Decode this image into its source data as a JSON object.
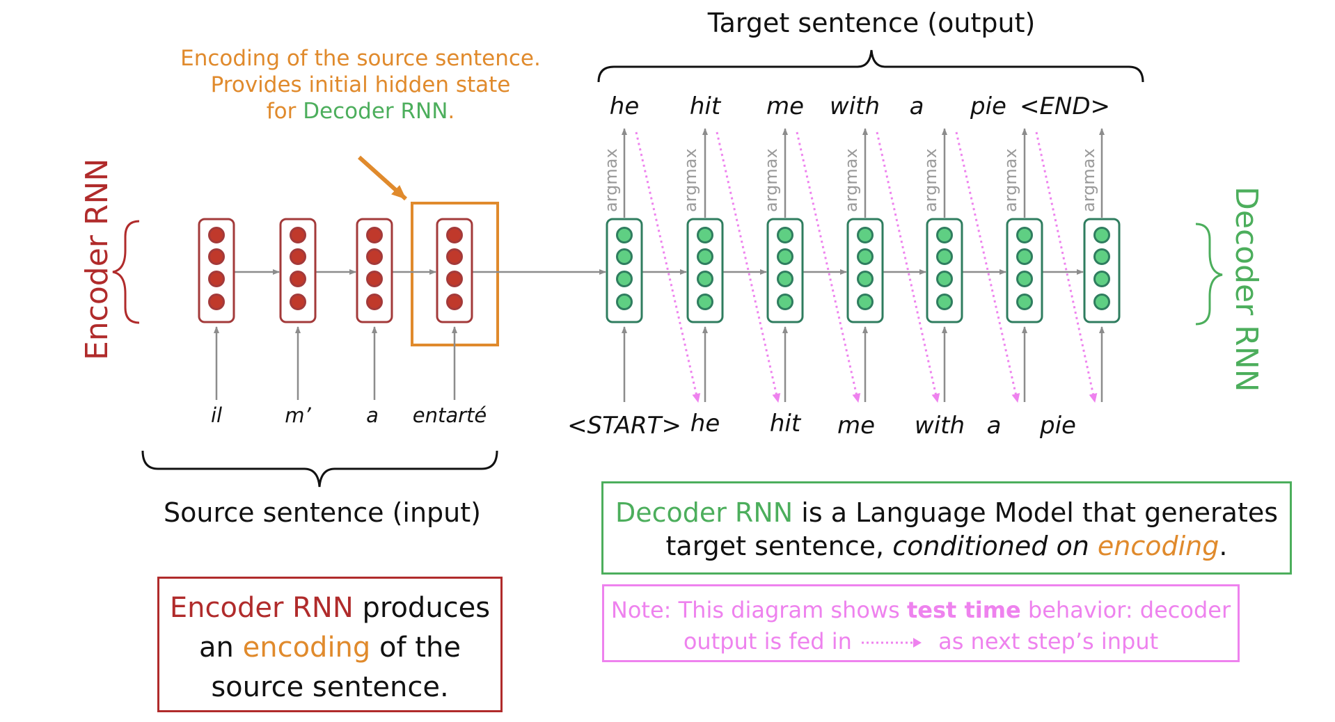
{
  "labels": {
    "target_title": "Target sentence (output)",
    "source_title": "Source sentence (input)",
    "encoder_side": "Encoder RNN",
    "decoder_side": "Decoder RNN",
    "argmax": "argmax"
  },
  "encoding_note": {
    "line1": "Encoding of the source sentence.",
    "line2": "Provides initial hidden state",
    "line3_prefix": "for ",
    "line3_green": "Decoder RNN",
    "line3_suffix": "."
  },
  "source_words": [
    "il",
    "m’",
    "a",
    "entarté"
  ],
  "output_words": [
    "he",
    "hit",
    "me",
    "with",
    "a",
    "pie",
    "<END>"
  ],
  "decoder_inputs": [
    "<START>",
    "he",
    "hit",
    "me",
    "with",
    "a",
    "pie"
  ],
  "decoder_box": {
    "part1_green": "Decoder RNN",
    "part2": " is a Language Model that generates",
    "line2_a": "target sentence, ",
    "line2_italic": "conditioned on ",
    "line2_orange": "encoding",
    "line2_end": "."
  },
  "encoder_box": {
    "part1_red": "Encoder RNN",
    "part2": " produces",
    "line2_a": "an ",
    "line2_orange": "encoding",
    "line2_b": " of the",
    "line3": "source sentence."
  },
  "note_box": {
    "part1": "Note: This diagram shows ",
    "bold": "test time",
    "part2": " behavior: decoder",
    "line2_a": "output is fed in ",
    "line2_b": "as next step’s input"
  },
  "colors": {
    "encoder": "#b02b2b",
    "decoder": "#4cae5c",
    "encoding": "#e08a2c",
    "feedback": "#ee82ee",
    "arrow": "#8c8c8c"
  }
}
